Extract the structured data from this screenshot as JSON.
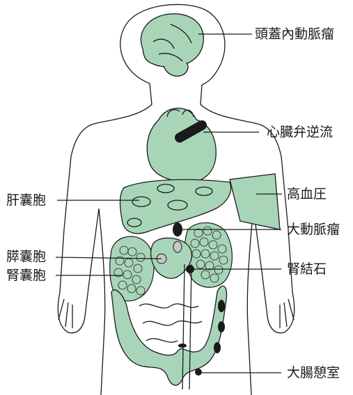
{
  "labels": {
    "brain_aneurysm": "頭蓋內動脈瘤",
    "heart_valve": "心臓弁逆流",
    "liver_cyst": "肝囊胞",
    "hypertension": "高血圧",
    "aortic_aneurysm": "大動脈瘤",
    "pancreatic_cyst": "膵囊胞",
    "kidney_cyst": "腎囊胞",
    "kidney_stone": "腎結石",
    "diverticulum": "大腸憩室"
  },
  "colors": {
    "organ_fill": "#a8d5b8",
    "outline": "#1a1a1a",
    "lesion": "#1a1a1a",
    "pancreas_cyst": "#c8c8c8"
  }
}
